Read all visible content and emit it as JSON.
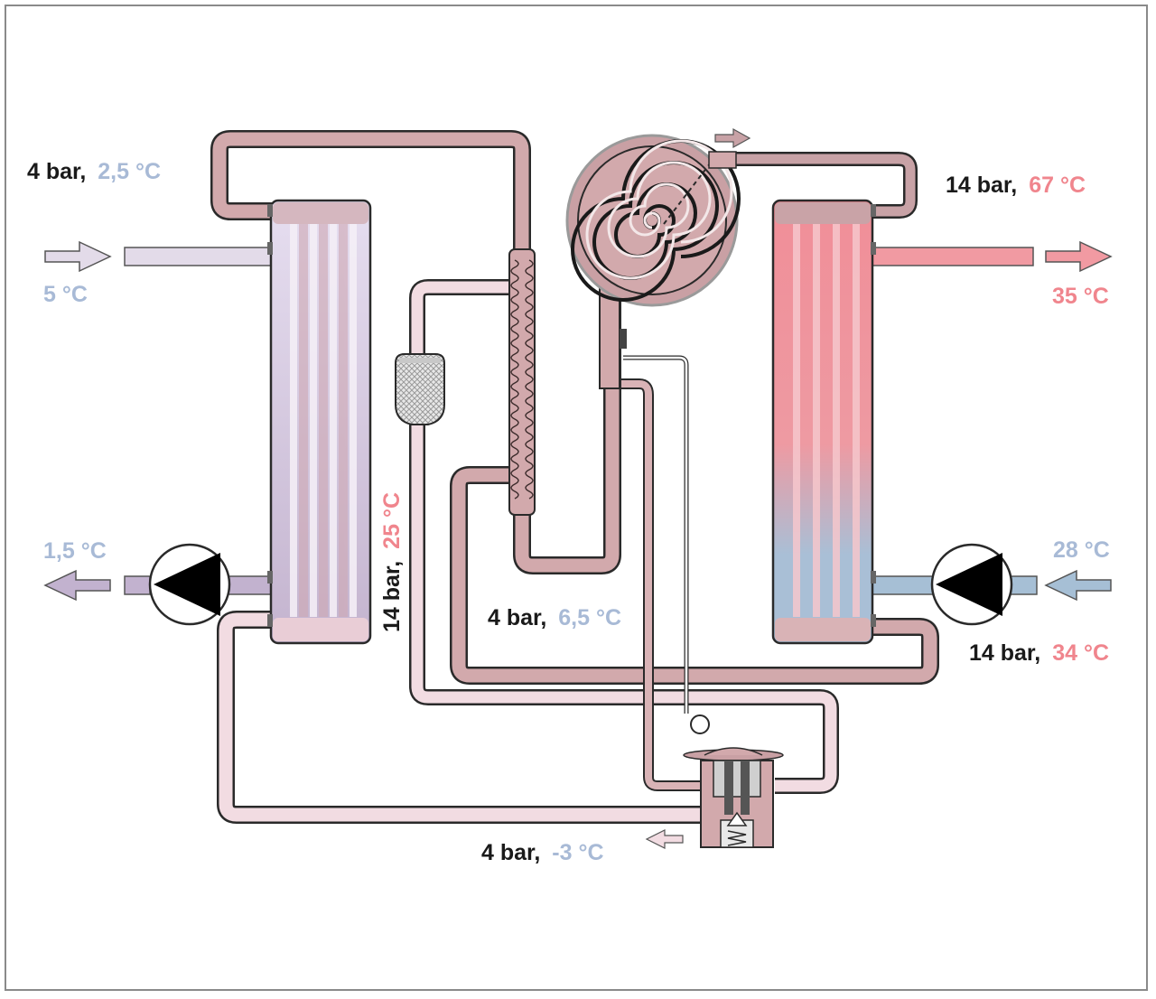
{
  "colors": {
    "cold_text": "#a8bad6",
    "hot_text": "#f0858d",
    "dark_text": "#1a1a1a",
    "pipe_warm": "#d2a9ac",
    "pipe_light": "#f2dce2",
    "pipe_outline": "#2a2a2a",
    "hot_water": "#f19aa2",
    "cold_water": "#a6bfd5",
    "brine_in": "#e3dbe9",
    "brine_out": "#c2b2cf"
  },
  "labels": {
    "evap_in": {
      "pressure": "4 bar,",
      "temp": "2,5 °C"
    },
    "brine_in_temp": "5 °C",
    "brine_out_temp": "1,5 °C",
    "liquid_line": {
      "pressure": "14 bar,",
      "temp": "25 °C"
    },
    "suction": {
      "pressure": "4 bar,",
      "temp": "6,5 °C"
    },
    "valve_out": {
      "pressure": "4 bar,",
      "temp": "-3 °C"
    },
    "discharge": {
      "pressure": "14 bar,",
      "temp": "67 °C"
    },
    "heating_out_temp": "35 °C",
    "heating_in_temp": "28 °C",
    "condenser_out": {
      "pressure": "14 bar,",
      "temp": "34 °C"
    }
  },
  "icons": [
    "arrow-right-icon",
    "arrow-left-icon",
    "pump-icon",
    "scroll-compressor-icon",
    "expansion-valve-icon",
    "filter-dryer-icon",
    "heat-exchanger-icon"
  ]
}
